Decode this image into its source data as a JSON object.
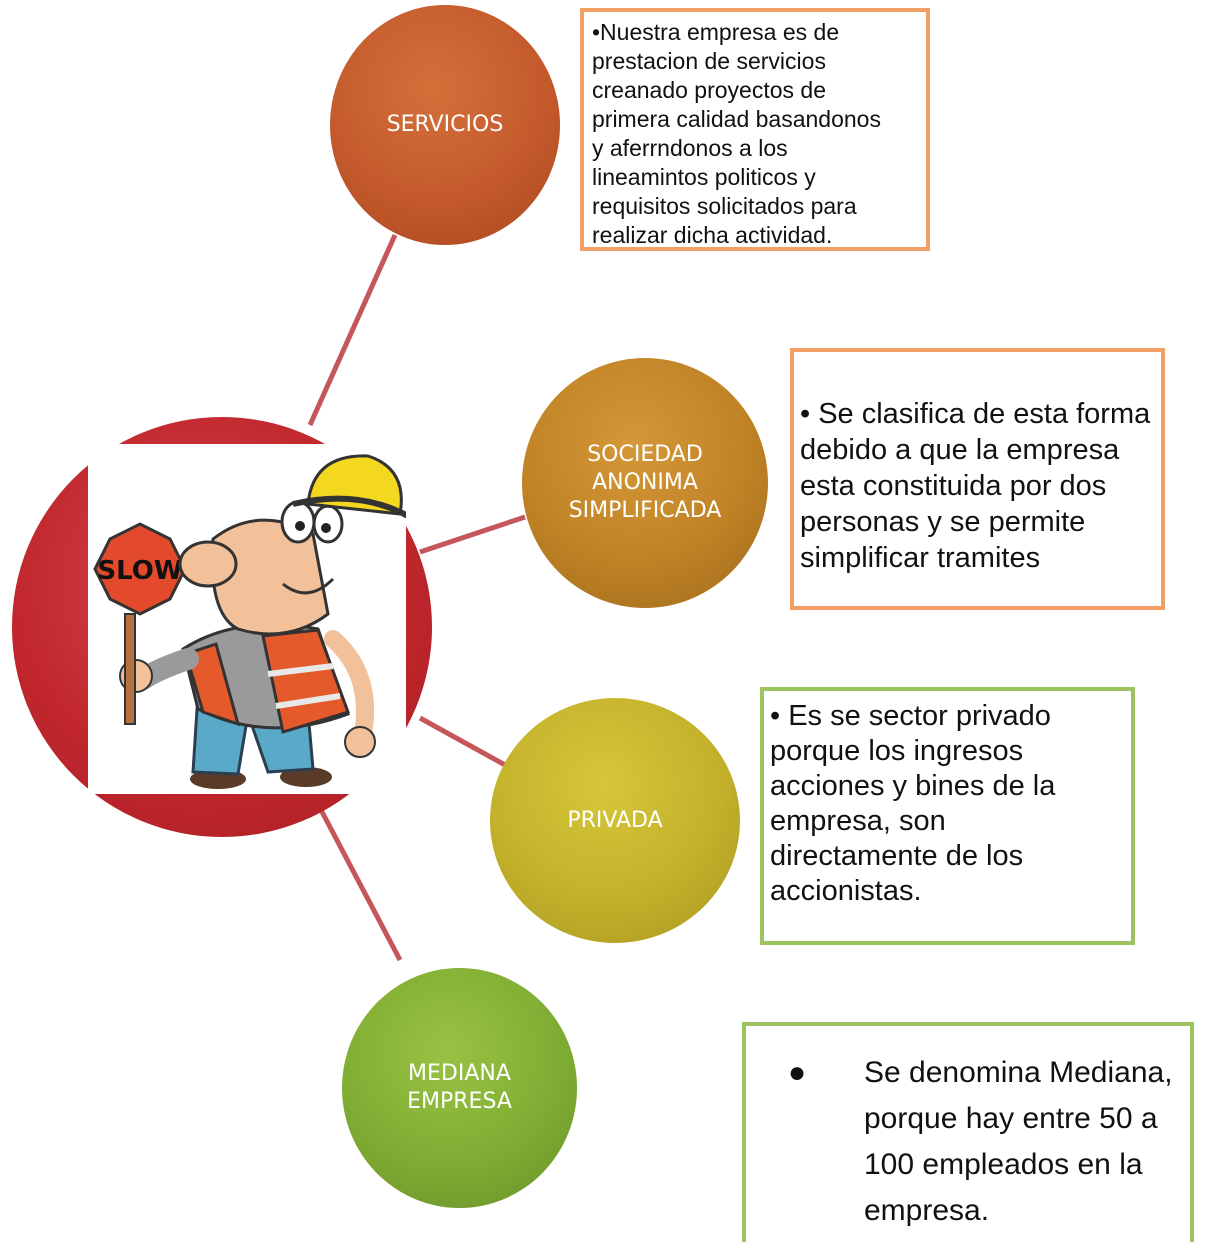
{
  "colors": {
    "connector": "#c5575a",
    "central": "#c1272d",
    "servicios": "#c45a2c",
    "sociedad": "#bf8225",
    "privada": "#c3b12b",
    "mediana": "#7fad33",
    "orange_border": "#f2a065",
    "green_border": "#9cc35d"
  },
  "central": {
    "image_text": "SLOW",
    "image_description_icon": "construction-worker-icon"
  },
  "nodes": [
    {
      "id": "servicios",
      "label": "SERVICIOS"
    },
    {
      "id": "sociedad",
      "label": "SOCIEDAD\nANONIMA\nSIMPLIFICADA"
    },
    {
      "id": "privada",
      "label": "PRIVADA"
    },
    {
      "id": "mediana",
      "label": "MEDIANA\nEMPRESA"
    }
  ],
  "boxes": {
    "servicios": "•Nuestra empresa es de\nprestacion de servicios\ncreanado proyectos de\nprimera calidad  basandonos\ny aferrndonos a los\nlineamintos  politicos y\nrequisitos solicitados  para\nrealizar dicha actividad.",
    "sociedad": "• Se clasifica de esta forma\ndebido a que la empresa\nesta constituida por dos\npersonas y se permite\nsimplificar tramites",
    "privada": "• Es se sector privado\nporque los ingresos\nacciones y bines de la\nempresa, son\ndirectamente de los\naccionistas.",
    "mediana_bullet": "●",
    "mediana": "Se denomina Mediana,\nporque hay entre 50 a\n100 empleados en la\nempresa."
  }
}
